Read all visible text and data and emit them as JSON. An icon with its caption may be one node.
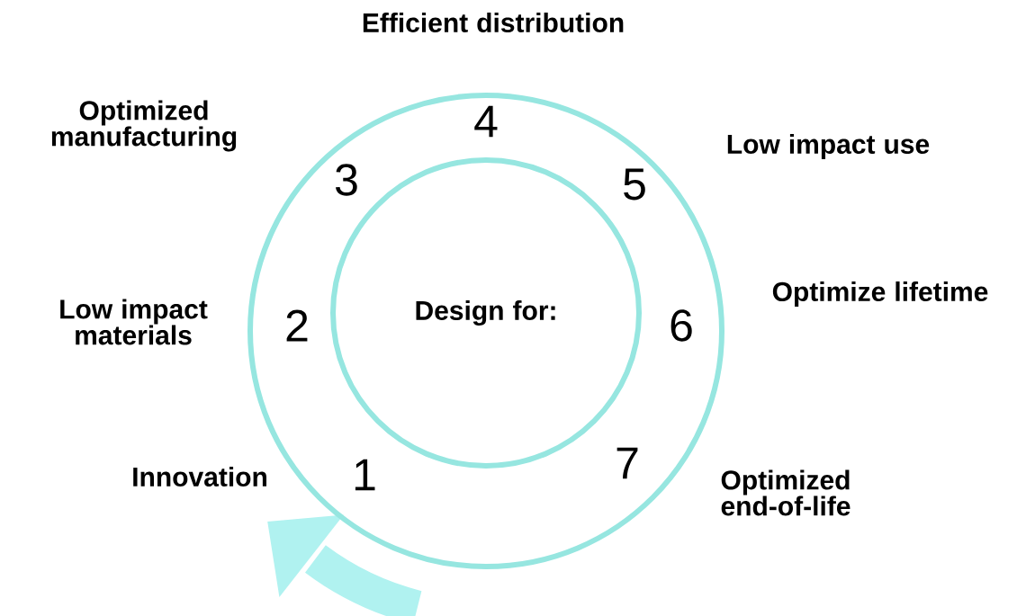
{
  "diagram": {
    "nodes": [
      {
        "text": [],
        "shape": "circle"
      },
      {
        "text": [
          "Design for:"
        ],
        "in": 0
      }
    ],
    "edges": [],
    "labels": [
      "Efficient distribution",
      "Optimized manufacturing",
      "4",
      "Low impact use",
      "3",
      "5",
      "Low impact materials",
      "2",
      "6",
      "Optimize lifetime",
      "1",
      "7",
      "Innovation",
      "Optimized end-of-life"
    ]
  }
}
